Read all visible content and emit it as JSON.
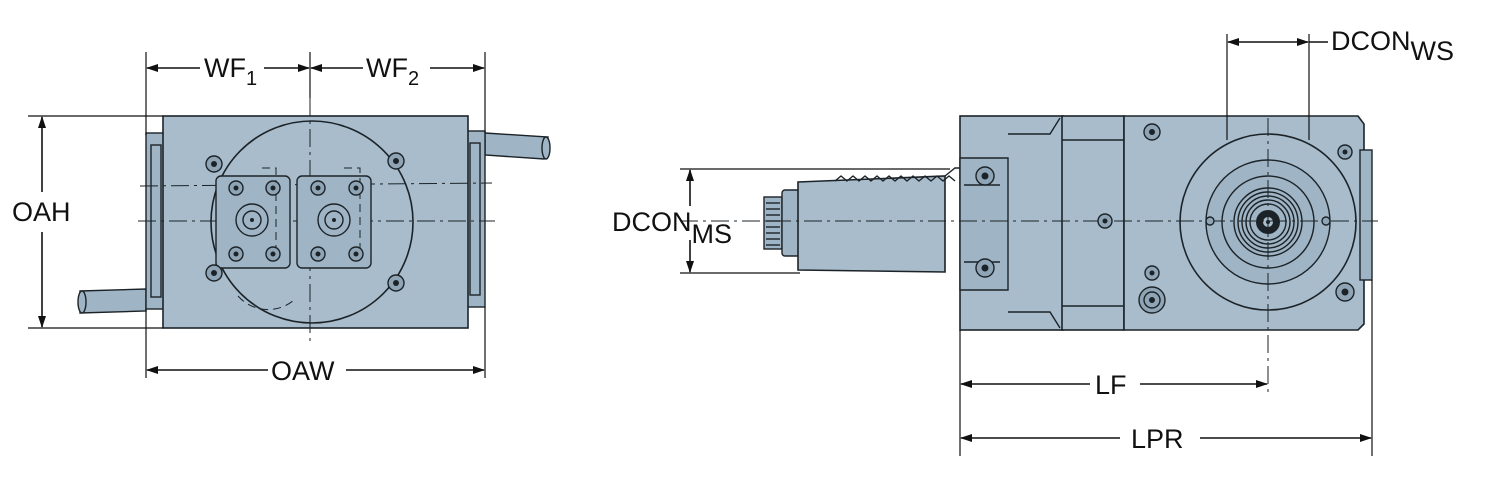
{
  "labels": {
    "wf1": {
      "main": "WF",
      "sub": "1"
    },
    "wf2": {
      "main": "WF",
      "sub": "2"
    },
    "oah": "OAH",
    "oaw": "OAW",
    "dcon_ms": {
      "main": "DCON",
      "sub": "MS"
    },
    "dcon_ws": {
      "main": "DCON",
      "sub": "WS"
    },
    "lf": "LF",
    "lpr": "LPR"
  },
  "colors": {
    "body_fill": "#a8bccb",
    "outline": "#1c2328",
    "dimension": "#111111"
  }
}
